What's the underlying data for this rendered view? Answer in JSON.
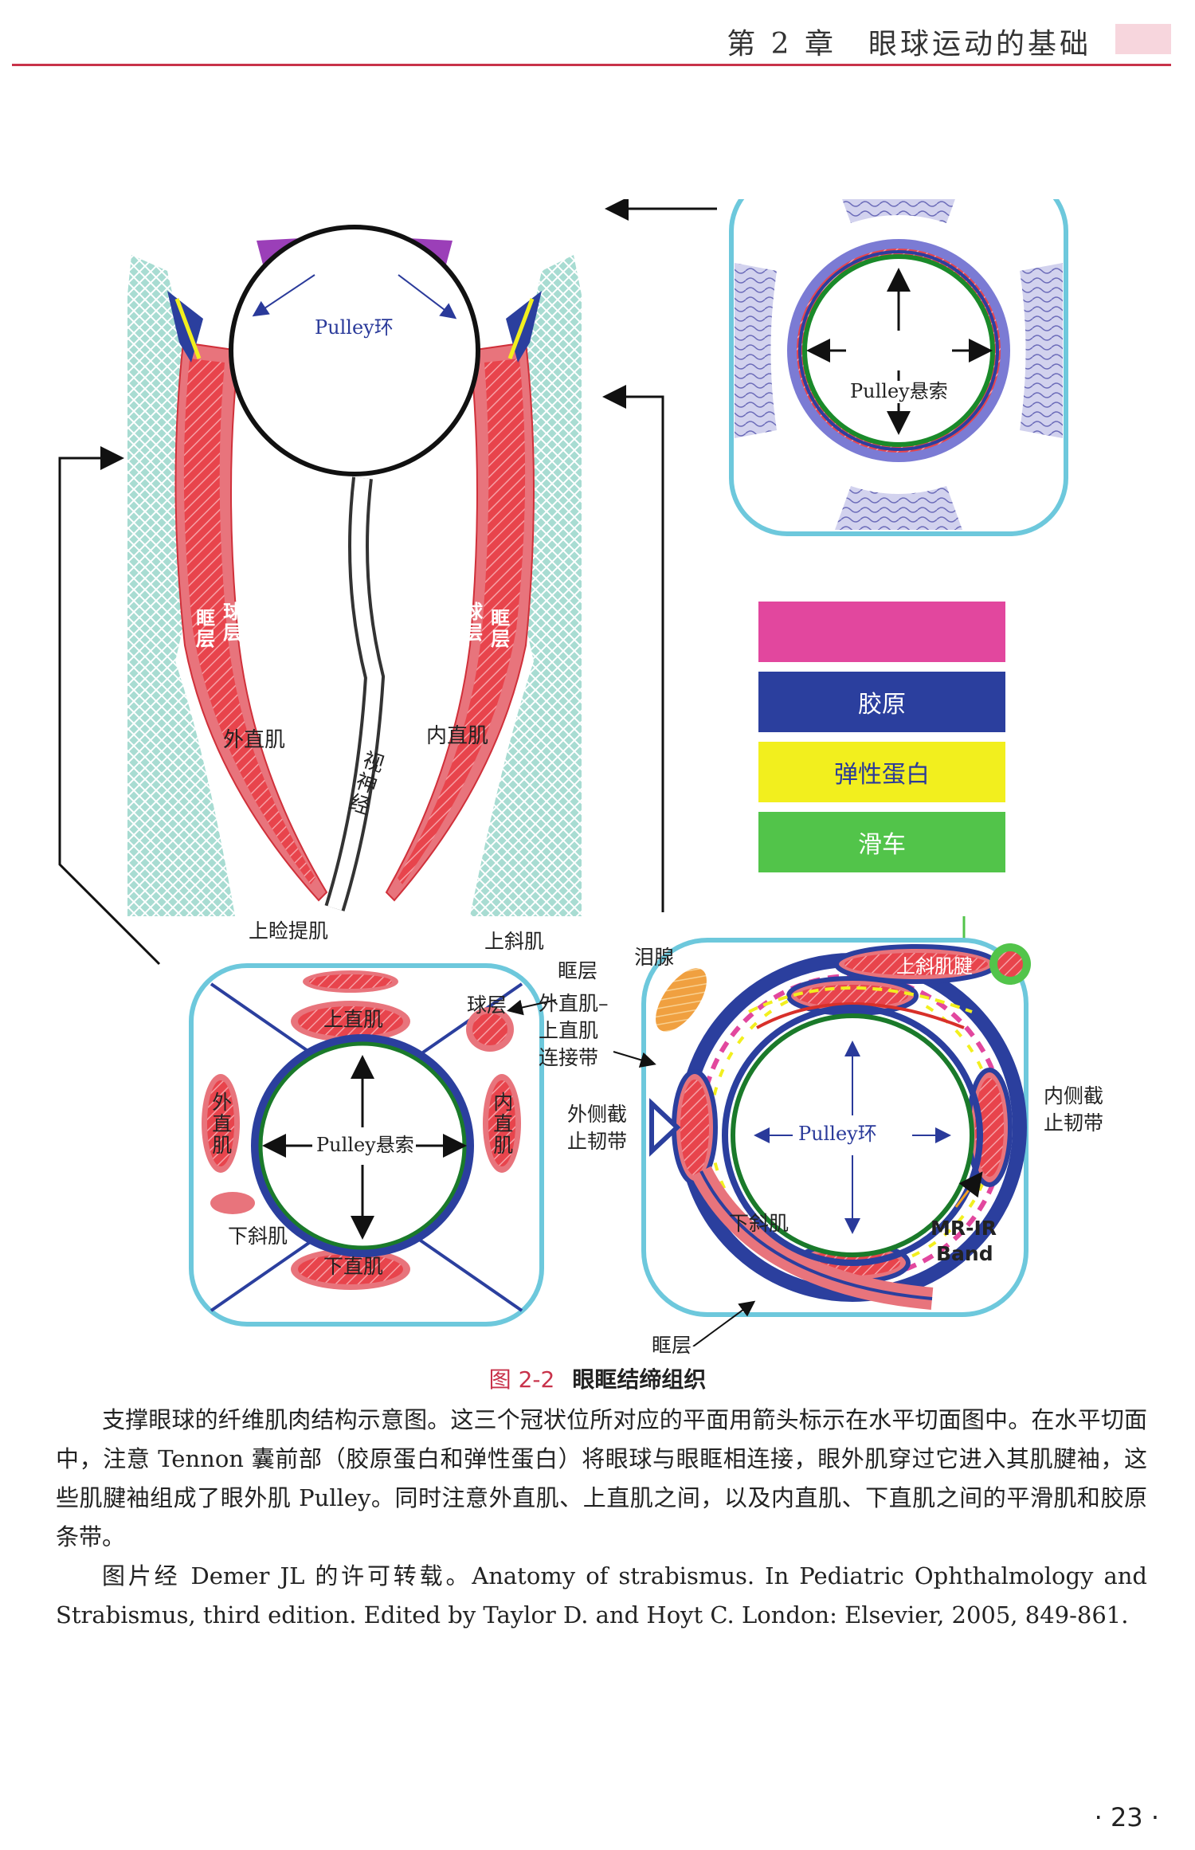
{
  "header": {
    "chapter_title": "第 2 章　眼球运动的基础"
  },
  "figure": {
    "horizontal_section": {
      "pulley_ring": "Pulley环",
      "left_layer_label": "眶层",
      "left_bulb_label": "球层",
      "right_bulb_label": "球层",
      "right_layer_label": "眶层",
      "lateral_rectus": "外直肌",
      "medial_rectus": "内直肌",
      "optic_nerve": "视神经"
    },
    "top_right_section": {
      "pulley_suspension": "Pulley悬索"
    },
    "legend": [
      {
        "label": "",
        "color": "#e2479e"
      },
      {
        "label": "胶原",
        "color": "#2b3f9e"
      },
      {
        "label": "弹性蛋白",
        "color": "#f2ef1e"
      },
      {
        "label": "滑车",
        "color": "#52c44a"
      }
    ],
    "bottom_left_section": {
      "levator": "上睑提肌",
      "superior_oblique": "上斜肌",
      "orbital_layer": "眶层",
      "bulbar_layer": "球层",
      "superior_rectus": "上直肌",
      "inferior_rectus": "下直肌",
      "lateral_rectus": "外直肌",
      "medial_rectus": "内直肌",
      "inferior_oblique": "下斜肌",
      "pulley_suspension": "Pulley悬索"
    },
    "bottom_right_section": {
      "lacrimal_gland": "泪腺",
      "so_tendon": "上斜肌腱",
      "lr_sr_band_1": "外直肌–",
      "lr_sr_band_2": "上直肌",
      "lr_sr_band_3": "连接带",
      "lateral_check_1": "外侧截",
      "lateral_check_2": "止韧带",
      "medial_check_1": "内侧截",
      "medial_check_2": "止韧带",
      "pulley_ring": "Pulley环",
      "inferior_oblique": "下斜肌",
      "mr_ir_band_1": "MR-IR",
      "mr_ir_band_2": "Band",
      "orbital_layer": "眶层"
    }
  },
  "caption": {
    "number": "图 2-2",
    "title": "眼眶结缔组织",
    "paragraph1": "支撑眼球的纤维肌肉结构示意图。这三个冠状位所对应的平面用箭头标示在水平切面图中。在水平切面中，注意 Tennon 囊前部（胶原蛋白和弹性蛋白）将眼球与眼眶相连接，眼外肌穿过它进入其肌腱袖，这些肌腱袖组成了眼外肌 Pulley。同时注意外直肌、上直肌之间，以及内直肌、下直肌之间的平滑肌和胶原条带。",
    "paragraph2": "图片经 Demer JL 的许可转载。Anatomy of strabismus. In Pediatric Ophthalmology and Strabismus, third edition. Edited by Taylor D. and Hoyt C. London: Elsevier, 2005, 849-861."
  },
  "page_number": "· 23 ·"
}
